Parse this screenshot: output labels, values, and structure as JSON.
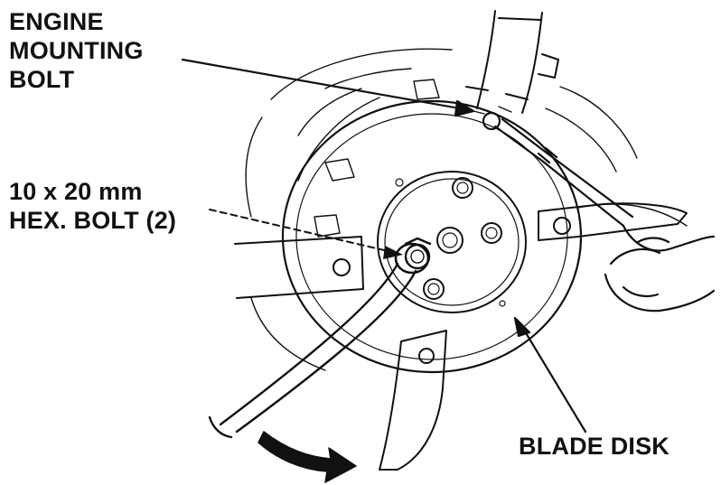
{
  "labels": {
    "engine_mounting_bolt": [
      "ENGINE",
      "MOUNTING",
      "BOLT"
    ],
    "hex_bolt": [
      "10 x 20 mm",
      "HEX. BOLT (2)"
    ],
    "blade_disk": "BLADE DISK"
  },
  "colors": {
    "ink": "#111111",
    "background": "#ffffff"
  }
}
